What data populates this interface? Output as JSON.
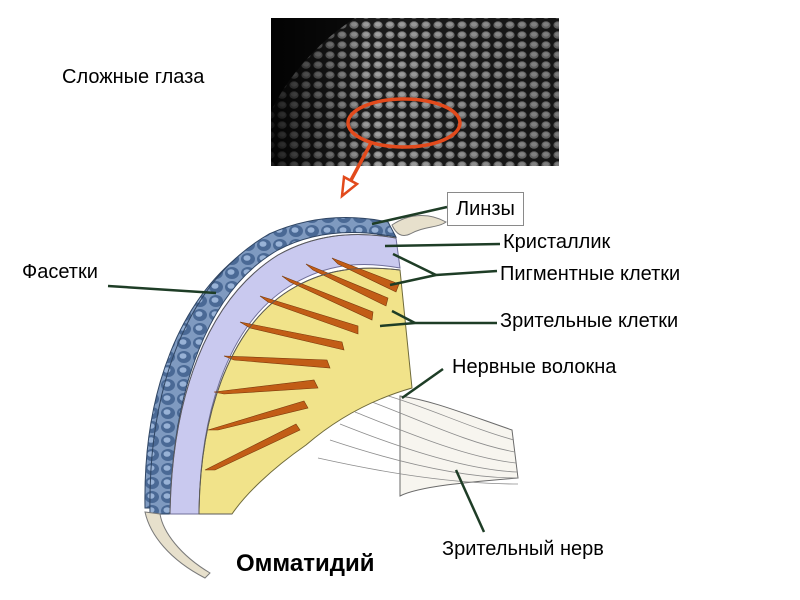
{
  "labels": {
    "compound_eyes": "Сложные глаза",
    "lenses": "Линзы",
    "crystalline": "Кристаллик",
    "pigment_cells": "Пигментные клетки",
    "facets": "Фасетки",
    "visual_cells": "Зрительные клетки",
    "nerve_fibers": "Нервные волокна",
    "optic_nerve": "Зрительный нерв",
    "title": "Омматидий"
  },
  "colors": {
    "leader_line": "#1e3d26",
    "highlight_oval": "#e24a1c",
    "facet_blue": "#4d6f99",
    "crystalline_fill": "#c9c9ef",
    "pigment_yellow": "#f1e38a",
    "visual_brown": "#c25d16",
    "fiber_white": "#f7f5ef"
  }
}
